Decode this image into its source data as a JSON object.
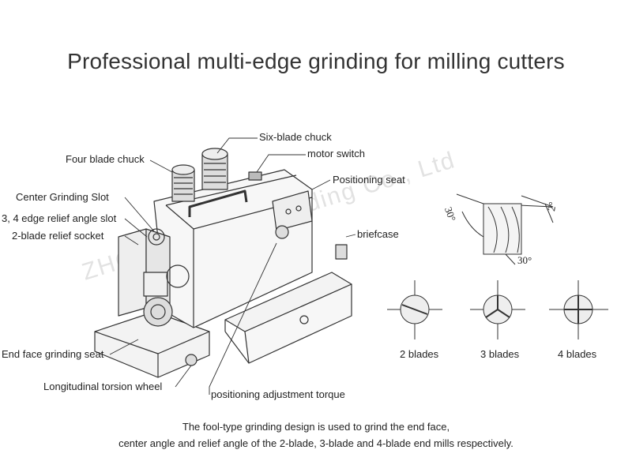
{
  "title": "Professional multi-edge grinding for milling cutters",
  "labels": {
    "six_blade_chuck": "Six-blade chuck",
    "motor_switch": "motor switch",
    "four_blade_chuck": "Four blade chuck",
    "positioning_seat": "Positioning seat",
    "center_grinding_slot": "Center Grinding Slot",
    "relief_angle_slot": "3, 4 edge relief angle slot",
    "two_blade_relief_socket": "2-blade relief socket",
    "briefcase": "briefcase",
    "end_face_grinding_seat": "End face grinding seat",
    "longitudinal_torsion_wheel": "Longitudinal torsion wheel",
    "positioning_adjustment_torque": "positioning adjustment torque"
  },
  "angles": {
    "left": "30°",
    "right": "2°",
    "bottom": "30°"
  },
  "blades": [
    "2 blades",
    "3 blades",
    "4 blades"
  ],
  "caption": {
    "line1": "The fool-type grinding design is used to grind the end face,",
    "line2": "center angle and relief angle of the 2-blade, 3-blade and 4-blade end mills respectively."
  },
  "watermark": "ZHONGCHENG Trading Co., Ltd"
}
